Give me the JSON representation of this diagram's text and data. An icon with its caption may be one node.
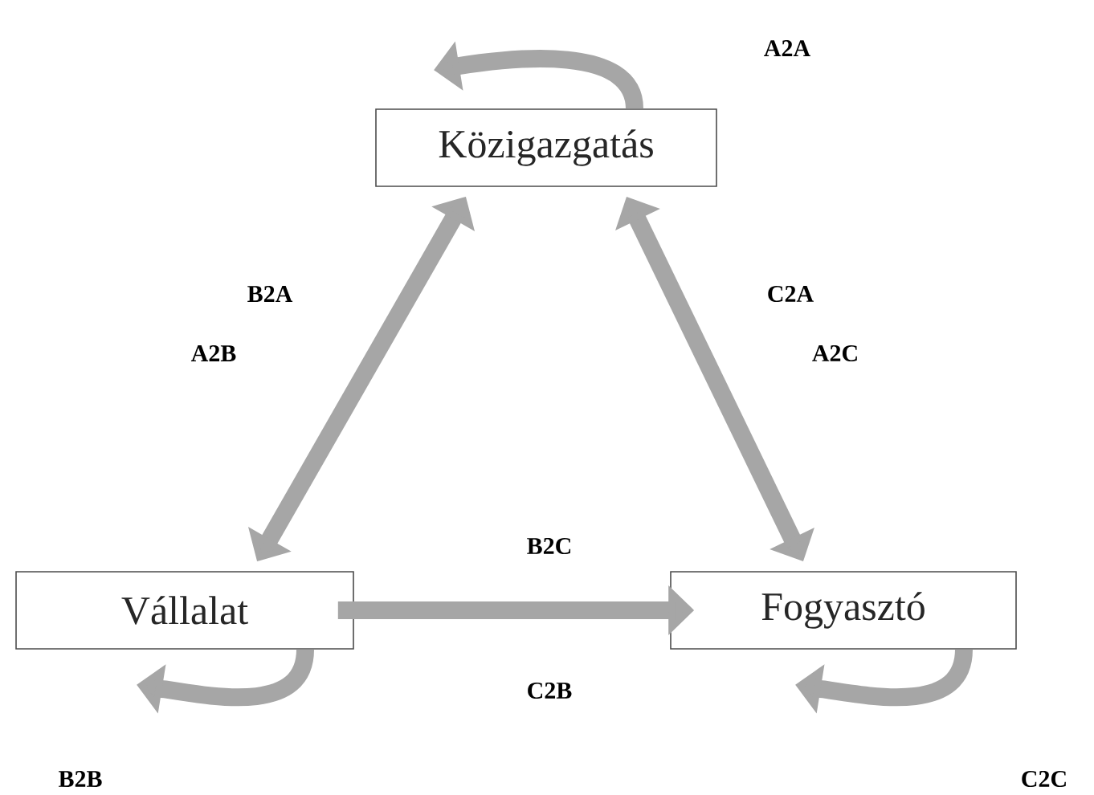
{
  "diagram": {
    "nodes": [
      {
        "text": [
          "Közigazgatás"
        ]
      },
      {
        "text": [
          "Vállalat"
        ]
      },
      {
        "text": [
          "Fogyasztó"
        ]
      }
    ],
    "edges": [
      {
        "from": 0,
        "to": 0,
        "arrow": "to"
      },
      {
        "from": 0,
        "to": 1,
        "arrow": "both"
      },
      {
        "from": 0,
        "to": 2,
        "arrow": "both"
      },
      {
        "from": 1,
        "to": 2,
        "arrow": "to"
      },
      {
        "from": 1,
        "to": 1,
        "arrow": "to"
      },
      {
        "from": 2,
        "to": 2,
        "arrow": "to"
      }
    ],
    "labels": [
      "A2A",
      "B2A",
      "C2A",
      "A2B",
      "A2C",
      "B2C",
      "C2B",
      "B2B",
      "C2C"
    ]
  }
}
